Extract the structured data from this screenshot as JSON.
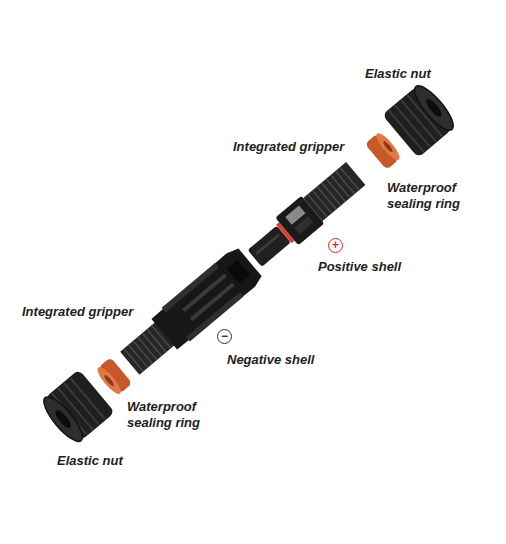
{
  "diagram": {
    "labels": [
      "Elastic nut",
      "Integrated gripper",
      "Waterproof sealing ring",
      "+",
      "Positive shell",
      "Integrated gripper",
      "−",
      "Negative shell",
      "Waterproof sealing ring",
      "Elastic nut"
    ]
  }
}
